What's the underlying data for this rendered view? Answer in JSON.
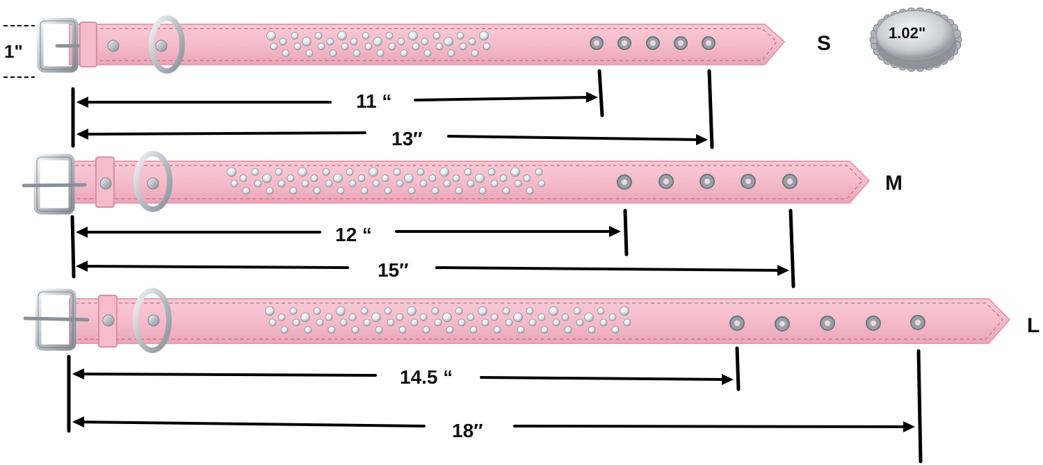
{
  "colors": {
    "strap": "#f5bccb",
    "strap_edge": "#e69bb0",
    "stitch": "#c67a90",
    "metal": "#c8ccd2",
    "metal_dark": "#7a8088",
    "line": "#000000"
  },
  "width_label": "1\"",
  "bottle_cap": {
    "label": "1.02\""
  },
  "collars": [
    {
      "size": "S",
      "short_label": "11 “",
      "long_label": "13″"
    },
    {
      "size": "M",
      "short_label": "12 “",
      "long_label": "15″"
    },
    {
      "size": "L",
      "short_label": "14.5 “",
      "long_label": "18″"
    }
  ]
}
